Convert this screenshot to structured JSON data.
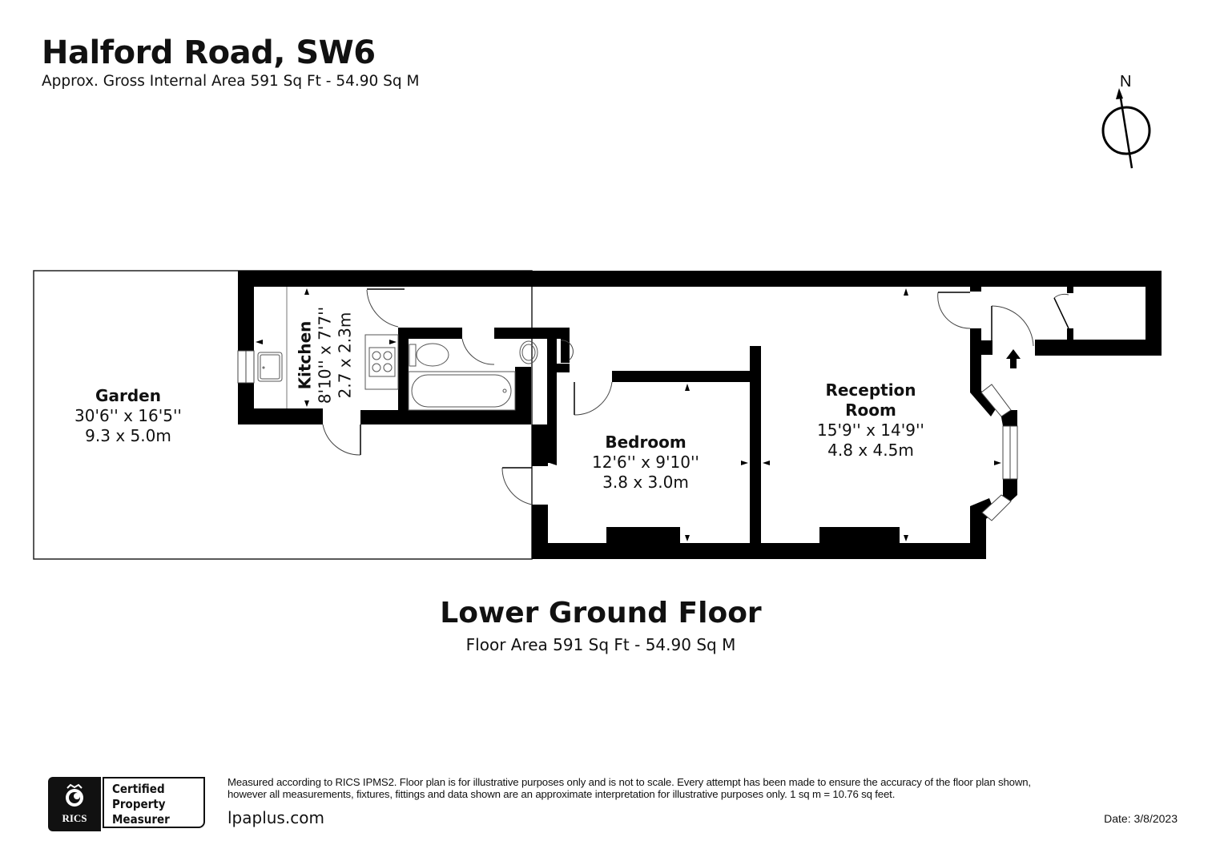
{
  "header": {
    "title": "Halford Road, SW6",
    "subtitle": "Approx. Gross Internal Area 591 Sq Ft - 54.90 Sq M"
  },
  "compass": {
    "label": "N",
    "icon": "north-arrow-icon"
  },
  "rooms": {
    "garden": {
      "name": "Garden",
      "imperial": "30'6'' x 16'5''",
      "metric": "9.3 x 5.0m"
    },
    "kitchen": {
      "name": "Kitchen",
      "imperial": "8'10'' x 7'7''",
      "metric": "2.7 x 2.3m"
    },
    "bedroom": {
      "name": "Bedroom",
      "imperial": "12'6'' x 9'10''",
      "metric": "3.8 x 3.0m"
    },
    "reception": {
      "name": "Reception",
      "name2": "Room",
      "imperial": "15'9'' x 14'9''",
      "metric": "4.8 x 4.5m"
    }
  },
  "fixtures": [
    "sink-icon",
    "hob-icon",
    "toilet-icon",
    "bathtub-icon",
    "basin-icon",
    "entrance-arrow-icon"
  ],
  "floor": {
    "title": "Lower Ground Floor",
    "area": "Floor Area 591 Sq Ft - 54.90 Sq M"
  },
  "footer": {
    "badge": {
      "brand": "RICS",
      "line1": "Certified",
      "line2": "Property",
      "line3": "Measurer"
    },
    "disclaimer_line1": "Measured according to RICS IPMS2. Floor plan is for illustrative purposes only and is not to scale. Every attempt has been made to ensure the accuracy of the floor plan shown,",
    "disclaimer_line2": "however all measurements, fixtures, fittings and data shown are an approximate interpretation for illustrative purposes only. 1 sq m = 10.76 sq feet.",
    "website": "lpaplus.com",
    "date": "Date: 3/8/2023"
  },
  "colors": {
    "wall": "#000000",
    "background": "#ffffff",
    "line": "#555555"
  }
}
